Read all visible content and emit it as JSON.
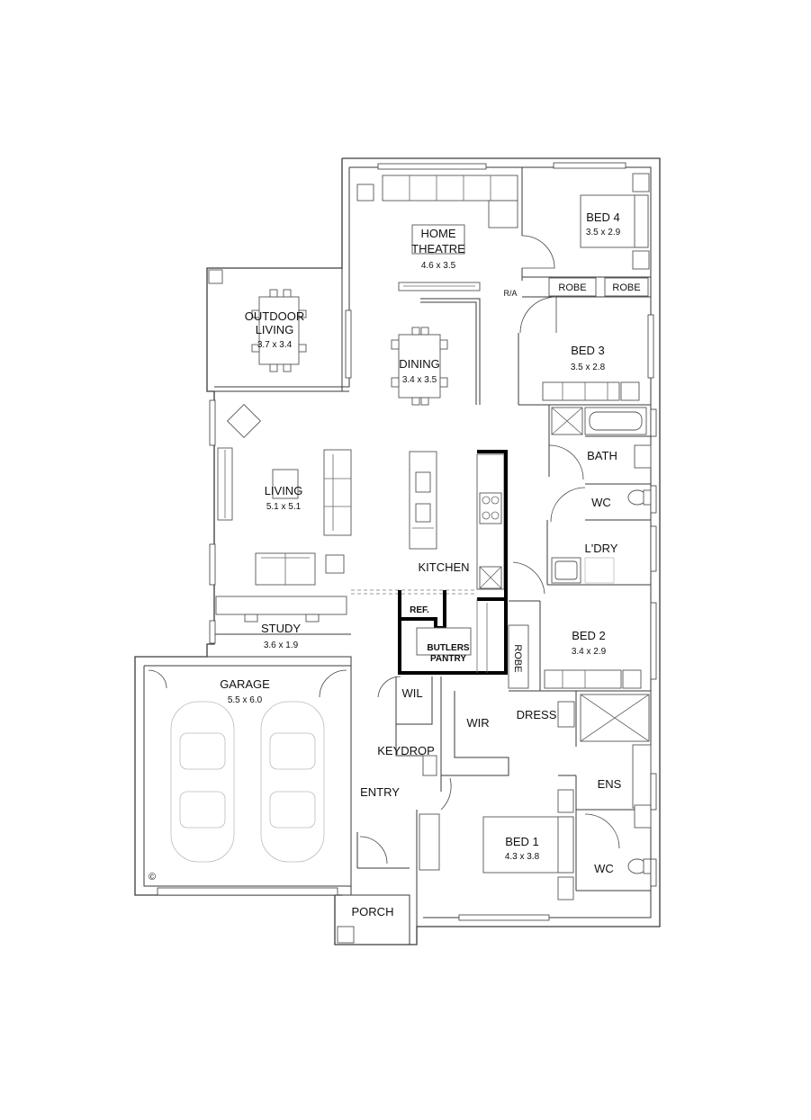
{
  "rooms": {
    "home_theatre": {
      "name_line1": "HOME",
      "name_line2": "THEATRE",
      "dim": "4.6 x 3.5"
    },
    "bed4": {
      "name": "BED 4",
      "dim": "3.5 x 2.9"
    },
    "robe1": {
      "name": "ROBE"
    },
    "robe2": {
      "name": "ROBE"
    },
    "ra": {
      "name": "R/A"
    },
    "outdoor_living": {
      "name_line1": "OUTDOOR",
      "name_line2": "LIVING",
      "dim": "3.7 x 3.4"
    },
    "dining": {
      "name": "DINING",
      "dim": "3.4 x 3.5"
    },
    "bed3": {
      "name": "BED 3",
      "dim": "3.5 x 2.8"
    },
    "bath": {
      "name": "BATH"
    },
    "living": {
      "name": "LIVING",
      "dim": "5.1 x 5.1"
    },
    "wc1": {
      "name": "WC"
    },
    "ldry": {
      "name": "L'DRY"
    },
    "kitchen": {
      "name": "KITCHEN"
    },
    "ref": {
      "name": "REF."
    },
    "study": {
      "name": "STUDY",
      "dim": "3.6 x 1.9"
    },
    "butlers": {
      "name_line1": "BUTLERS",
      "name_line2": "PANTRY"
    },
    "robe3": {
      "name": "ROBE"
    },
    "bed2": {
      "name": "BED 2",
      "dim": "3.4 x 2.9"
    },
    "garage": {
      "name": "GARAGE",
      "dim": "5.5 x 6.0"
    },
    "wil": {
      "name": "WIL"
    },
    "wir": {
      "name": "WIR"
    },
    "dress": {
      "name": "DRESS"
    },
    "keydrop": {
      "name": "KEYDROP"
    },
    "ens": {
      "name": "ENS"
    },
    "entry": {
      "name": "ENTRY"
    },
    "bed1": {
      "name": "BED 1",
      "dim": "4.3 x 3.8"
    },
    "wc2": {
      "name": "WC"
    },
    "porch": {
      "name": "PORCH"
    }
  },
  "copyright": "©"
}
